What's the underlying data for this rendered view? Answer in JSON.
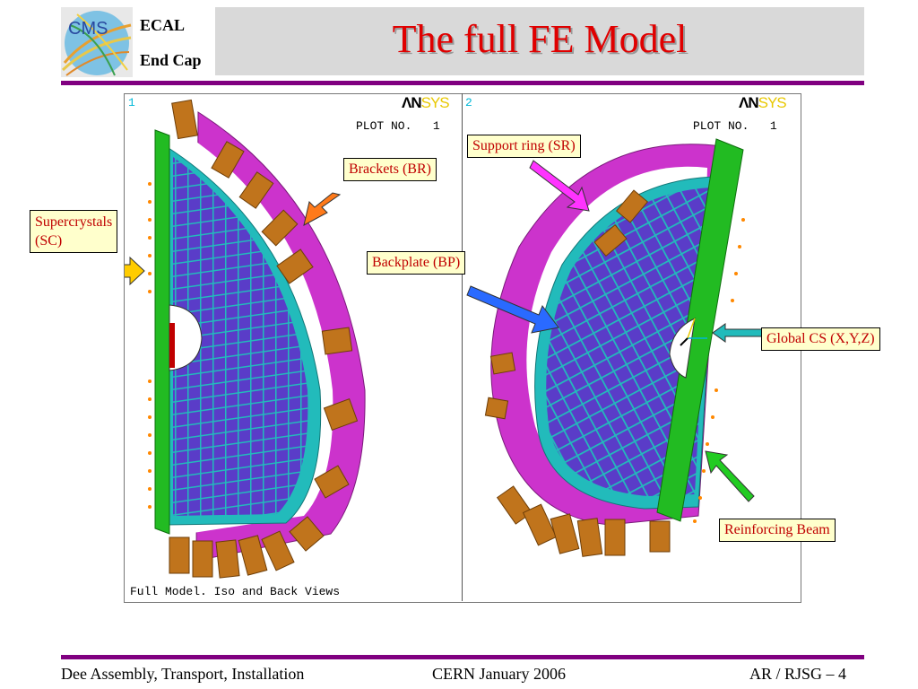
{
  "header": {
    "logo_text": "CMS",
    "line1": "ECAL",
    "line2": "End Cap",
    "title": "The full FE Model"
  },
  "figure": {
    "viewport1_number": "1",
    "viewport2_number": "2",
    "ansys_logo_black": "ΛN",
    "ansys_logo_yellow": "SYS",
    "plot_label_1": "PLOT NO.   1",
    "plot_label_2": "PLOT NO.   1",
    "caption": "Full Model. Iso and Back Views"
  },
  "callouts": {
    "supercrystals": "Supercrystals",
    "supercrystals_abbr": "(SC)",
    "brackets": "Brackets (BR)",
    "support_ring": "Support ring (SR)",
    "backplate": "Backplate (BP)",
    "global_cs": "Global CS (X,Y,Z)",
    "reinforcing_beam": "Reinforcing Beam"
  },
  "footer": {
    "left": "Dee Assembly, Transport, Installation",
    "center": "CERN  January 2006",
    "right": "AR / RJSG – 4"
  },
  "colors": {
    "title": "#e00000",
    "rule": "#800080",
    "magenta_ring": "#cc33cc",
    "cyan_plate": "#22bbbb",
    "grid_purple": "#5a3cc8",
    "beam_green": "#22bb22",
    "bracket_brown": "#c0741c"
  }
}
